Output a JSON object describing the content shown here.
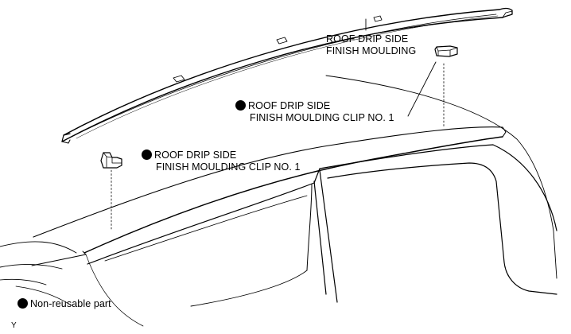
{
  "labels": {
    "moulding_line1": "ROOF DRIP SIDE",
    "moulding_line2": "FINISH MOULDING",
    "clip_right_line1": "ROOF DRIP SIDE",
    "clip_right_line2": "FINISH MOULDING CLIP NO. 1",
    "clip_left_line1": "ROOF DRIP SIDE",
    "clip_left_line2": "FINISH MOULDING CLIP NO. 1"
  },
  "legend": {
    "non_reusable": "Non-reusable part"
  },
  "figure_code": "Y",
  "colors": {
    "line": "#000000",
    "background": "#ffffff"
  }
}
